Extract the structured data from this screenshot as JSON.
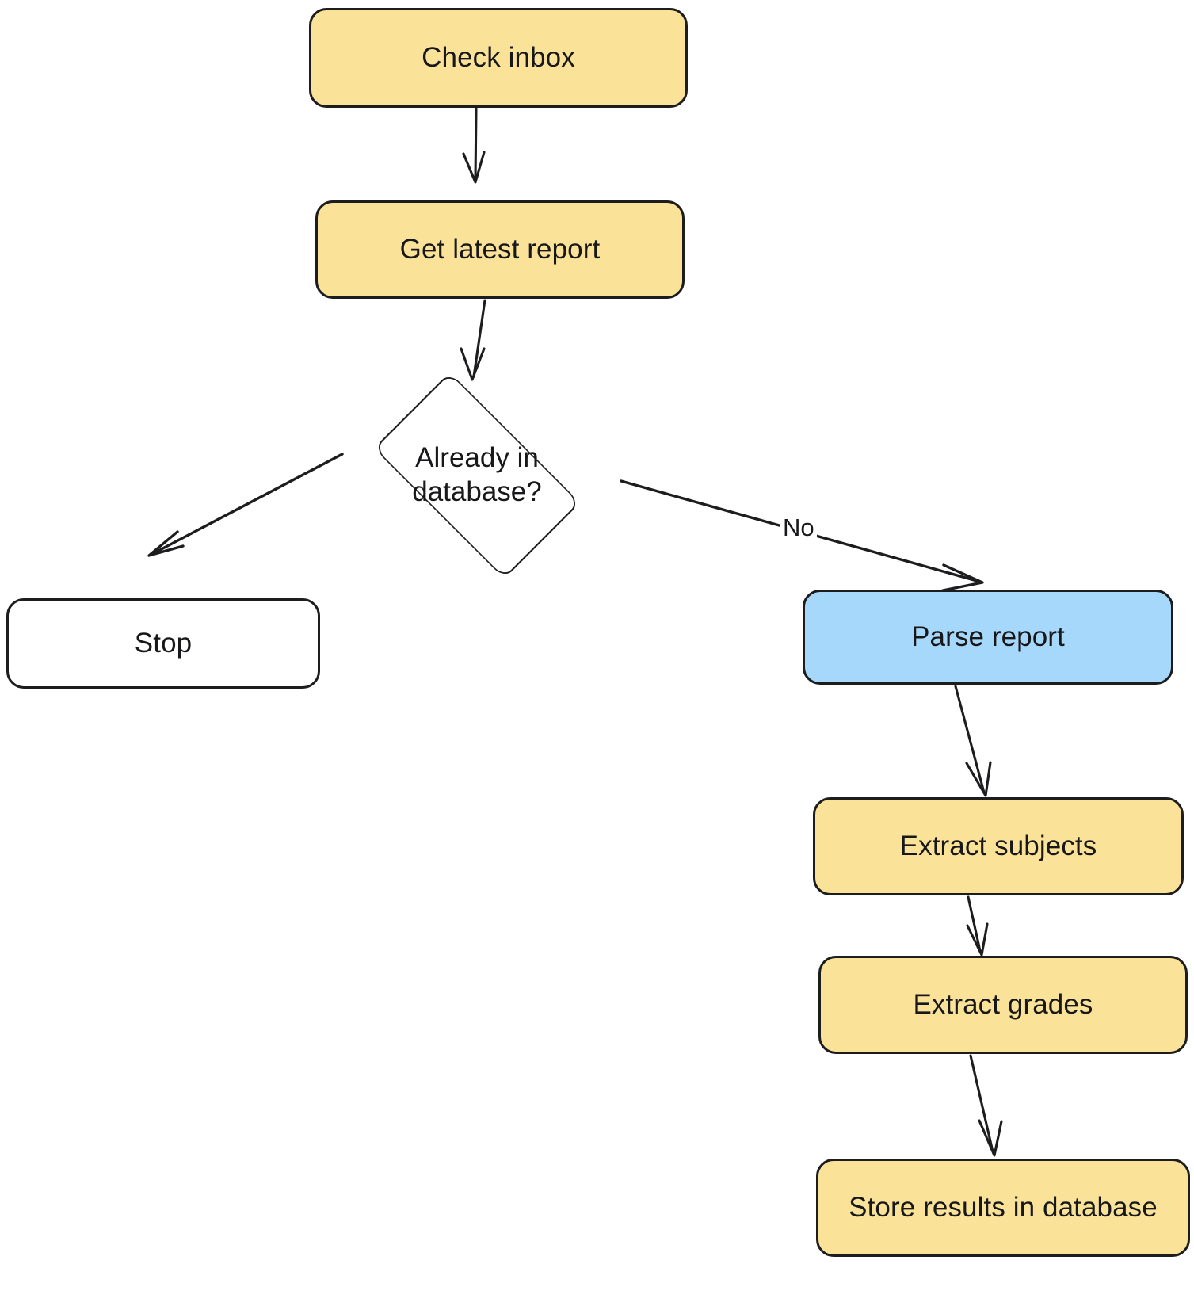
{
  "diagram": {
    "type": "flowchart",
    "title": "",
    "orientation": "top-down",
    "palette": {
      "process_fill": "#fae398",
      "accent_fill": "#a5d8fa",
      "terminal_fill": "#ffffff",
      "stroke": "#1d1d1f",
      "text": "#18181a",
      "background": "#ffffff"
    },
    "nodes": [
      {
        "id": "check_inbox",
        "label": "Check inbox",
        "shape": "rounded-rect",
        "style": "process"
      },
      {
        "id": "get_report",
        "label": "Get latest report",
        "shape": "rounded-rect",
        "style": "process"
      },
      {
        "id": "already_in_db",
        "label": "Already in\ndatabase?",
        "shape": "diamond",
        "style": "terminal"
      },
      {
        "id": "stop",
        "label": "Stop",
        "shape": "rounded-rect",
        "style": "terminal"
      },
      {
        "id": "parse_report",
        "label": "Parse report",
        "shape": "rounded-rect",
        "style": "accent"
      },
      {
        "id": "extract_subj",
        "label": "Extract subjects",
        "shape": "rounded-rect",
        "style": "process"
      },
      {
        "id": "extract_grades",
        "label": "Extract grades",
        "shape": "rounded-rect",
        "style": "process"
      },
      {
        "id": "store_results",
        "label": "Store results in database",
        "shape": "rounded-rect",
        "style": "process"
      }
    ],
    "edges": [
      {
        "from": "check_inbox",
        "to": "get_report",
        "label": ""
      },
      {
        "from": "get_report",
        "to": "already_in_db",
        "label": ""
      },
      {
        "from": "already_in_db",
        "to": "stop",
        "label": ""
      },
      {
        "from": "already_in_db",
        "to": "parse_report",
        "label": "No"
      },
      {
        "from": "parse_report",
        "to": "extract_subj",
        "label": ""
      },
      {
        "from": "extract_subj",
        "to": "extract_grades",
        "label": ""
      },
      {
        "from": "extract_grades",
        "to": "store_results",
        "label": ""
      }
    ],
    "edge_labels": {
      "no": "No"
    }
  }
}
